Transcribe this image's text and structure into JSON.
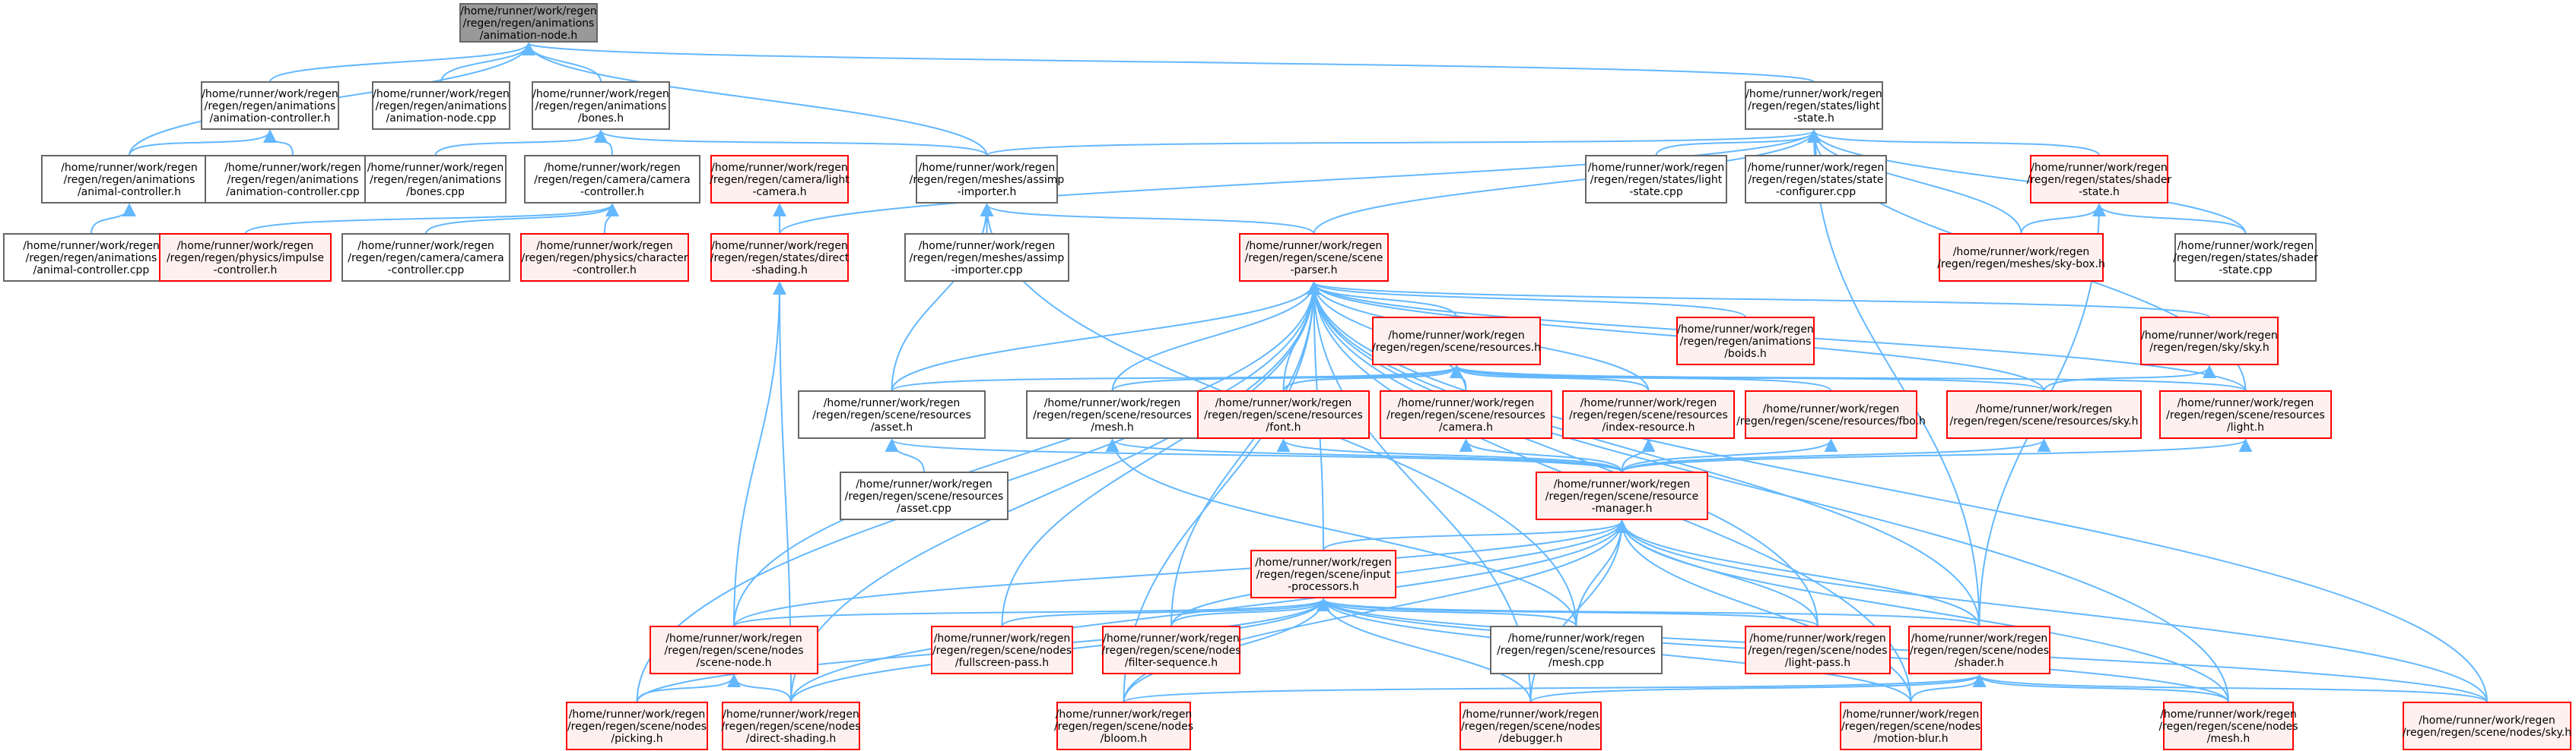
{
  "colors": {
    "edge": "#63b8ff",
    "root_fill": "#999999",
    "root_stroke": "#666666",
    "normal_fill": "#ffffff",
    "normal_stroke": "#666666",
    "incomplete_fill": "#fff0f0",
    "incomplete_stroke": "#ff0000"
  },
  "nodes": [
    {
      "id": "n0",
      "style": "root",
      "lines": [
        "/home/runner/work/regen",
        "/regen/regen/animations",
        "/animation-node.h"
      ]
    },
    {
      "id": "n1",
      "style": "normal",
      "lines": [
        "/home/runner/work/regen",
        "/regen/regen/animations",
        "/animation-controller.h"
      ]
    },
    {
      "id": "n2",
      "style": "normal",
      "lines": [
        "/home/runner/work/regen",
        "/regen/regen/animations",
        "/animation-node.cpp"
      ]
    },
    {
      "id": "n3",
      "style": "normal",
      "lines": [
        "/home/runner/work/regen",
        "/regen/regen/animations",
        "/bones.h"
      ]
    },
    {
      "id": "n4",
      "style": "normal",
      "lines": [
        "/home/runner/work/regen",
        "/regen/regen/states/light",
        "-state.h"
      ]
    },
    {
      "id": "n5",
      "style": "normal",
      "lines": [
        "/home/runner/work/regen",
        "/regen/regen/animations",
        "/animal-controller.h"
      ]
    },
    {
      "id": "n6",
      "style": "normal",
      "lines": [
        "/home/runner/work/regen",
        "/regen/regen/animations",
        "/animation-controller.cpp"
      ]
    },
    {
      "id": "n7",
      "style": "normal",
      "lines": [
        "/home/runner/work/regen",
        "/regen/regen/animations",
        "/bones.cpp"
      ]
    },
    {
      "id": "n8",
      "style": "normal",
      "lines": [
        "/home/runner/work/regen",
        "/regen/regen/camera/camera",
        "-controller.h"
      ]
    },
    {
      "id": "n9",
      "style": "incomplete",
      "lines": [
        "/home/runner/work/regen",
        "/regen/regen/camera/light",
        "-camera.h"
      ]
    },
    {
      "id": "n10",
      "style": "normal",
      "lines": [
        "/home/runner/work/regen",
        "/regen/regen/meshes/assimp",
        "-importer.h"
      ]
    },
    {
      "id": "n11",
      "style": "normal",
      "lines": [
        "/home/runner/work/regen",
        "/regen/regen/states/light",
        "-state.cpp"
      ]
    },
    {
      "id": "n12",
      "style": "normal",
      "lines": [
        "/home/runner/work/regen",
        "/regen/regen/states/state",
        "-configurer.cpp"
      ]
    },
    {
      "id": "n13",
      "style": "incomplete",
      "lines": [
        "/home/runner/work/regen",
        "/regen/regen/states/shader",
        "-state.h"
      ]
    },
    {
      "id": "n14",
      "style": "normal",
      "lines": [
        "/home/runner/work/regen",
        "/regen/regen/animations",
        "/animal-controller.cpp"
      ]
    },
    {
      "id": "n15",
      "style": "incomplete",
      "lines": [
        "/home/runner/work/regen",
        "/regen/regen/physics/impulse",
        "-controller.h"
      ]
    },
    {
      "id": "n16",
      "style": "normal",
      "lines": [
        "/home/runner/work/regen",
        "/regen/regen/camera/camera",
        "-controller.cpp"
      ]
    },
    {
      "id": "n17",
      "style": "incomplete",
      "lines": [
        "/home/runner/work/regen",
        "/regen/regen/physics/character",
        "-controller.h"
      ]
    },
    {
      "id": "n18",
      "style": "incomplete",
      "lines": [
        "/home/runner/work/regen",
        "/regen/regen/states/direct",
        "-shading.h"
      ]
    },
    {
      "id": "n19",
      "style": "normal",
      "lines": [
        "/home/runner/work/regen",
        "/regen/regen/meshes/assimp",
        "-importer.cpp"
      ]
    },
    {
      "id": "n20",
      "style": "incomplete",
      "lines": [
        "/home/runner/work/regen",
        "/regen/regen/scene/scene",
        "-parser.h"
      ]
    },
    {
      "id": "n21",
      "style": "incomplete",
      "lines": [
        "/home/runner/work/regen",
        "/regen/regen/meshes/sky-box.h"
      ]
    },
    {
      "id": "n22",
      "style": "normal",
      "lines": [
        "/home/runner/work/regen",
        "/regen/regen/states/shader",
        "-state.cpp"
      ]
    },
    {
      "id": "n23",
      "style": "incomplete",
      "lines": [
        "/home/runner/work/regen",
        "/regen/regen/scene/resources.h"
      ]
    },
    {
      "id": "n24",
      "style": "incomplete",
      "lines": [
        "/home/runner/work/regen",
        "/regen/regen/animations",
        "/boids.h"
      ]
    },
    {
      "id": "n25",
      "style": "incomplete",
      "lines": [
        "/home/runner/work/regen",
        "/regen/regen/sky/sky.h"
      ]
    },
    {
      "id": "n26",
      "style": "normal",
      "lines": [
        "/home/runner/work/regen",
        "/regen/regen/scene/resources",
        "/asset.h"
      ]
    },
    {
      "id": "n27",
      "style": "normal",
      "lines": [
        "/home/runner/work/regen",
        "/regen/regen/scene/resources",
        "/mesh.h"
      ]
    },
    {
      "id": "n28",
      "style": "incomplete",
      "lines": [
        "/home/runner/work/regen",
        "/regen/regen/scene/resources",
        "/font.h"
      ]
    },
    {
      "id": "n29",
      "style": "incomplete",
      "lines": [
        "/home/runner/work/regen",
        "/regen/regen/scene/resources",
        "/camera.h"
      ]
    },
    {
      "id": "n30",
      "style": "incomplete",
      "lines": [
        "/home/runner/work/regen",
        "/regen/regen/scene/resources",
        "/index-resource.h"
      ]
    },
    {
      "id": "n31",
      "style": "incomplete",
      "lines": [
        "/home/runner/work/regen",
        "/regen/regen/scene/resources/fbo.h"
      ]
    },
    {
      "id": "n32",
      "style": "incomplete",
      "lines": [
        "/home/runner/work/regen",
        "/regen/regen/scene/resources/sky.h"
      ]
    },
    {
      "id": "n33",
      "style": "incomplete",
      "lines": [
        "/home/runner/work/regen",
        "/regen/regen/scene/resources",
        "/light.h"
      ]
    },
    {
      "id": "n34",
      "style": "normal",
      "lines": [
        "/home/runner/work/regen",
        "/regen/regen/scene/resources",
        "/asset.cpp"
      ]
    },
    {
      "id": "n35",
      "style": "incomplete",
      "lines": [
        "/home/runner/work/regen",
        "/regen/regen/scene/resource",
        "-manager.h"
      ]
    },
    {
      "id": "n36",
      "style": "incomplete",
      "lines": [
        "/home/runner/work/regen",
        "/regen/regen/scene/input",
        "-processors.h"
      ]
    },
    {
      "id": "n37",
      "style": "incomplete",
      "lines": [
        "/home/runner/work/regen",
        "/regen/regen/scene/nodes",
        "/scene-node.h"
      ]
    },
    {
      "id": "n38",
      "style": "incomplete",
      "lines": [
        "/home/runner/work/regen",
        "/regen/regen/scene/nodes",
        "/fullscreen-pass.h"
      ]
    },
    {
      "id": "n39",
      "style": "incomplete",
      "lines": [
        "/home/runner/work/regen",
        "/regen/regen/scene/nodes",
        "/filter-sequence.h"
      ]
    },
    {
      "id": "n40",
      "style": "normal",
      "lines": [
        "/home/runner/work/regen",
        "/regen/regen/scene/resources",
        "/mesh.cpp"
      ]
    },
    {
      "id": "n41",
      "style": "incomplete",
      "lines": [
        "/home/runner/work/regen",
        "/regen/regen/scene/nodes",
        "/light-pass.h"
      ]
    },
    {
      "id": "n42",
      "style": "incomplete",
      "lines": [
        "/home/runner/work/regen",
        "/regen/regen/scene/nodes",
        "/shader.h"
      ]
    },
    {
      "id": "n43",
      "style": "incomplete",
      "lines": [
        "/home/runner/work/regen",
        "/regen/regen/scene/nodes",
        "/picking.h"
      ]
    },
    {
      "id": "n44",
      "style": "incomplete",
      "lines": [
        "/home/runner/work/regen",
        "/regen/regen/scene/nodes",
        "/direct-shading.h"
      ]
    },
    {
      "id": "n45",
      "style": "incomplete",
      "lines": [
        "/home/runner/work/regen",
        "/regen/regen/scene/nodes",
        "/bloom.h"
      ]
    },
    {
      "id": "n46",
      "style": "incomplete",
      "lines": [
        "/home/runner/work/regen",
        "/regen/regen/scene/nodes",
        "/debugger.h"
      ]
    },
    {
      "id": "n47",
      "style": "incomplete",
      "lines": [
        "/home/runner/work/regen",
        "/regen/regen/scene/nodes",
        "/motion-blur.h"
      ]
    },
    {
      "id": "n48",
      "style": "incomplete",
      "lines": [
        "/home/runner/work/regen",
        "/regen/regen/scene/nodes",
        "/mesh.h"
      ]
    },
    {
      "id": "n49",
      "style": "incomplete",
      "lines": [
        "/home/runner/work/regen",
        "/regen/regen/scene/nodes/sky.h"
      ]
    }
  ],
  "edges": [
    [
      "n1",
      "n0"
    ],
    [
      "n2",
      "n0"
    ],
    [
      "n3",
      "n0"
    ],
    [
      "n4",
      "n0"
    ],
    [
      "n5",
      "n0"
    ],
    [
      "n10",
      "n0"
    ],
    [
      "n5",
      "n1"
    ],
    [
      "n6",
      "n1"
    ],
    [
      "n7",
      "n3"
    ],
    [
      "n8",
      "n3"
    ],
    [
      "n10",
      "n3"
    ],
    [
      "n14",
      "n5"
    ],
    [
      "n15",
      "n8"
    ],
    [
      "n16",
      "n8"
    ],
    [
      "n17",
      "n8"
    ],
    [
      "n18",
      "n9"
    ],
    [
      "n19",
      "n10"
    ],
    [
      "n20",
      "n10"
    ],
    [
      "n26",
      "n10"
    ],
    [
      "n40",
      "n10"
    ],
    [
      "n10",
      "n4"
    ],
    [
      "n11",
      "n4"
    ],
    [
      "n12",
      "n4"
    ],
    [
      "n13",
      "n4"
    ],
    [
      "n18",
      "n4"
    ],
    [
      "n20",
      "n4"
    ],
    [
      "n21",
      "n4"
    ],
    [
      "n22",
      "n4"
    ],
    [
      "n33",
      "n4"
    ],
    [
      "n42",
      "n4"
    ],
    [
      "n21",
      "n13"
    ],
    [
      "n22",
      "n13"
    ],
    [
      "n42",
      "n13"
    ],
    [
      "n23",
      "n20"
    ],
    [
      "n24",
      "n20"
    ],
    [
      "n25",
      "n20"
    ],
    [
      "n26",
      "n20"
    ],
    [
      "n27",
      "n20"
    ],
    [
      "n28",
      "n20"
    ],
    [
      "n29",
      "n20"
    ],
    [
      "n30",
      "n20"
    ],
    [
      "n32",
      "n20"
    ],
    [
      "n33",
      "n20"
    ],
    [
      "n36",
      "n20"
    ],
    [
      "n37",
      "n20"
    ],
    [
      "n38",
      "n20"
    ],
    [
      "n39",
      "n20"
    ],
    [
      "n41",
      "n20"
    ],
    [
      "n42",
      "n20"
    ],
    [
      "n44",
      "n20"
    ],
    [
      "n45",
      "n20"
    ],
    [
      "n46",
      "n20"
    ],
    [
      "n47",
      "n20"
    ],
    [
      "n48",
      "n20"
    ],
    [
      "n49",
      "n20"
    ],
    [
      "n43",
      "n20"
    ],
    [
      "n26",
      "n23"
    ],
    [
      "n27",
      "n23"
    ],
    [
      "n28",
      "n23"
    ],
    [
      "n29",
      "n23"
    ],
    [
      "n30",
      "n23"
    ],
    [
      "n31",
      "n23"
    ],
    [
      "n32",
      "n23"
    ],
    [
      "n33",
      "n23"
    ],
    [
      "n32",
      "n25"
    ],
    [
      "n34",
      "n26"
    ],
    [
      "n35",
      "n26"
    ],
    [
      "n35",
      "n27"
    ],
    [
      "n40",
      "n27"
    ],
    [
      "n35",
      "n28"
    ],
    [
      "n35",
      "n29"
    ],
    [
      "n35",
      "n30"
    ],
    [
      "n35",
      "n31"
    ],
    [
      "n35",
      "n32"
    ],
    [
      "n35",
      "n33"
    ],
    [
      "n36",
      "n35"
    ],
    [
      "n37",
      "n35"
    ],
    [
      "n39",
      "n35"
    ],
    [
      "n40",
      "n35"
    ],
    [
      "n41",
      "n35"
    ],
    [
      "n42",
      "n35"
    ],
    [
      "n44",
      "n35"
    ],
    [
      "n46",
      "n35"
    ],
    [
      "n47",
      "n35"
    ],
    [
      "n48",
      "n35"
    ],
    [
      "n49",
      "n35"
    ],
    [
      "n45",
      "n35"
    ],
    [
      "n37",
      "n36"
    ],
    [
      "n38",
      "n36"
    ],
    [
      "n39",
      "n36"
    ],
    [
      "n40",
      "n36"
    ],
    [
      "n41",
      "n36"
    ],
    [
      "n42",
      "n36"
    ],
    [
      "n43",
      "n36"
    ],
    [
      "n44",
      "n36"
    ],
    [
      "n45",
      "n36"
    ],
    [
      "n46",
      "n36"
    ],
    [
      "n47",
      "n36"
    ],
    [
      "n48",
      "n36"
    ],
    [
      "n49",
      "n36"
    ],
    [
      "n43",
      "n37"
    ],
    [
      "n44",
      "n37"
    ],
    [
      "n45",
      "n42"
    ],
    [
      "n46",
      "n42"
    ],
    [
      "n47",
      "n42"
    ],
    [
      "n48",
      "n42"
    ],
    [
      "n49",
      "n42"
    ],
    [
      "n44",
      "n18"
    ],
    [
      "n37",
      "n18"
    ]
  ]
}
